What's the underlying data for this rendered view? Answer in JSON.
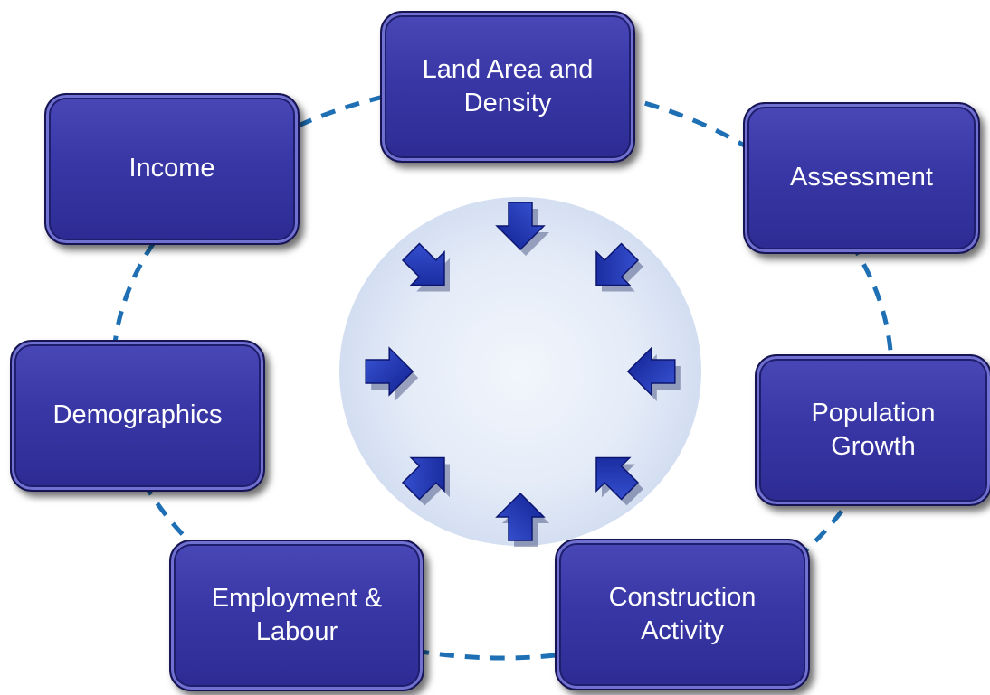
{
  "nodes": {
    "land_area": "Land Area and\nDensity",
    "income": "Income",
    "assessment": "Assessment",
    "demographics": "Demographics",
    "population": "Population\nGrowth",
    "employment": "Employment &\nLabour",
    "construction": "Construction\nActivity"
  },
  "colors": {
    "box_fill": "#3937a6",
    "box_border": "#161452",
    "dashed_ring": "#1e6fb4",
    "arrow": "#1a2fa0",
    "center_disc": "#dde6f5"
  },
  "icons": {
    "center": "converging-arrows-icon"
  }
}
